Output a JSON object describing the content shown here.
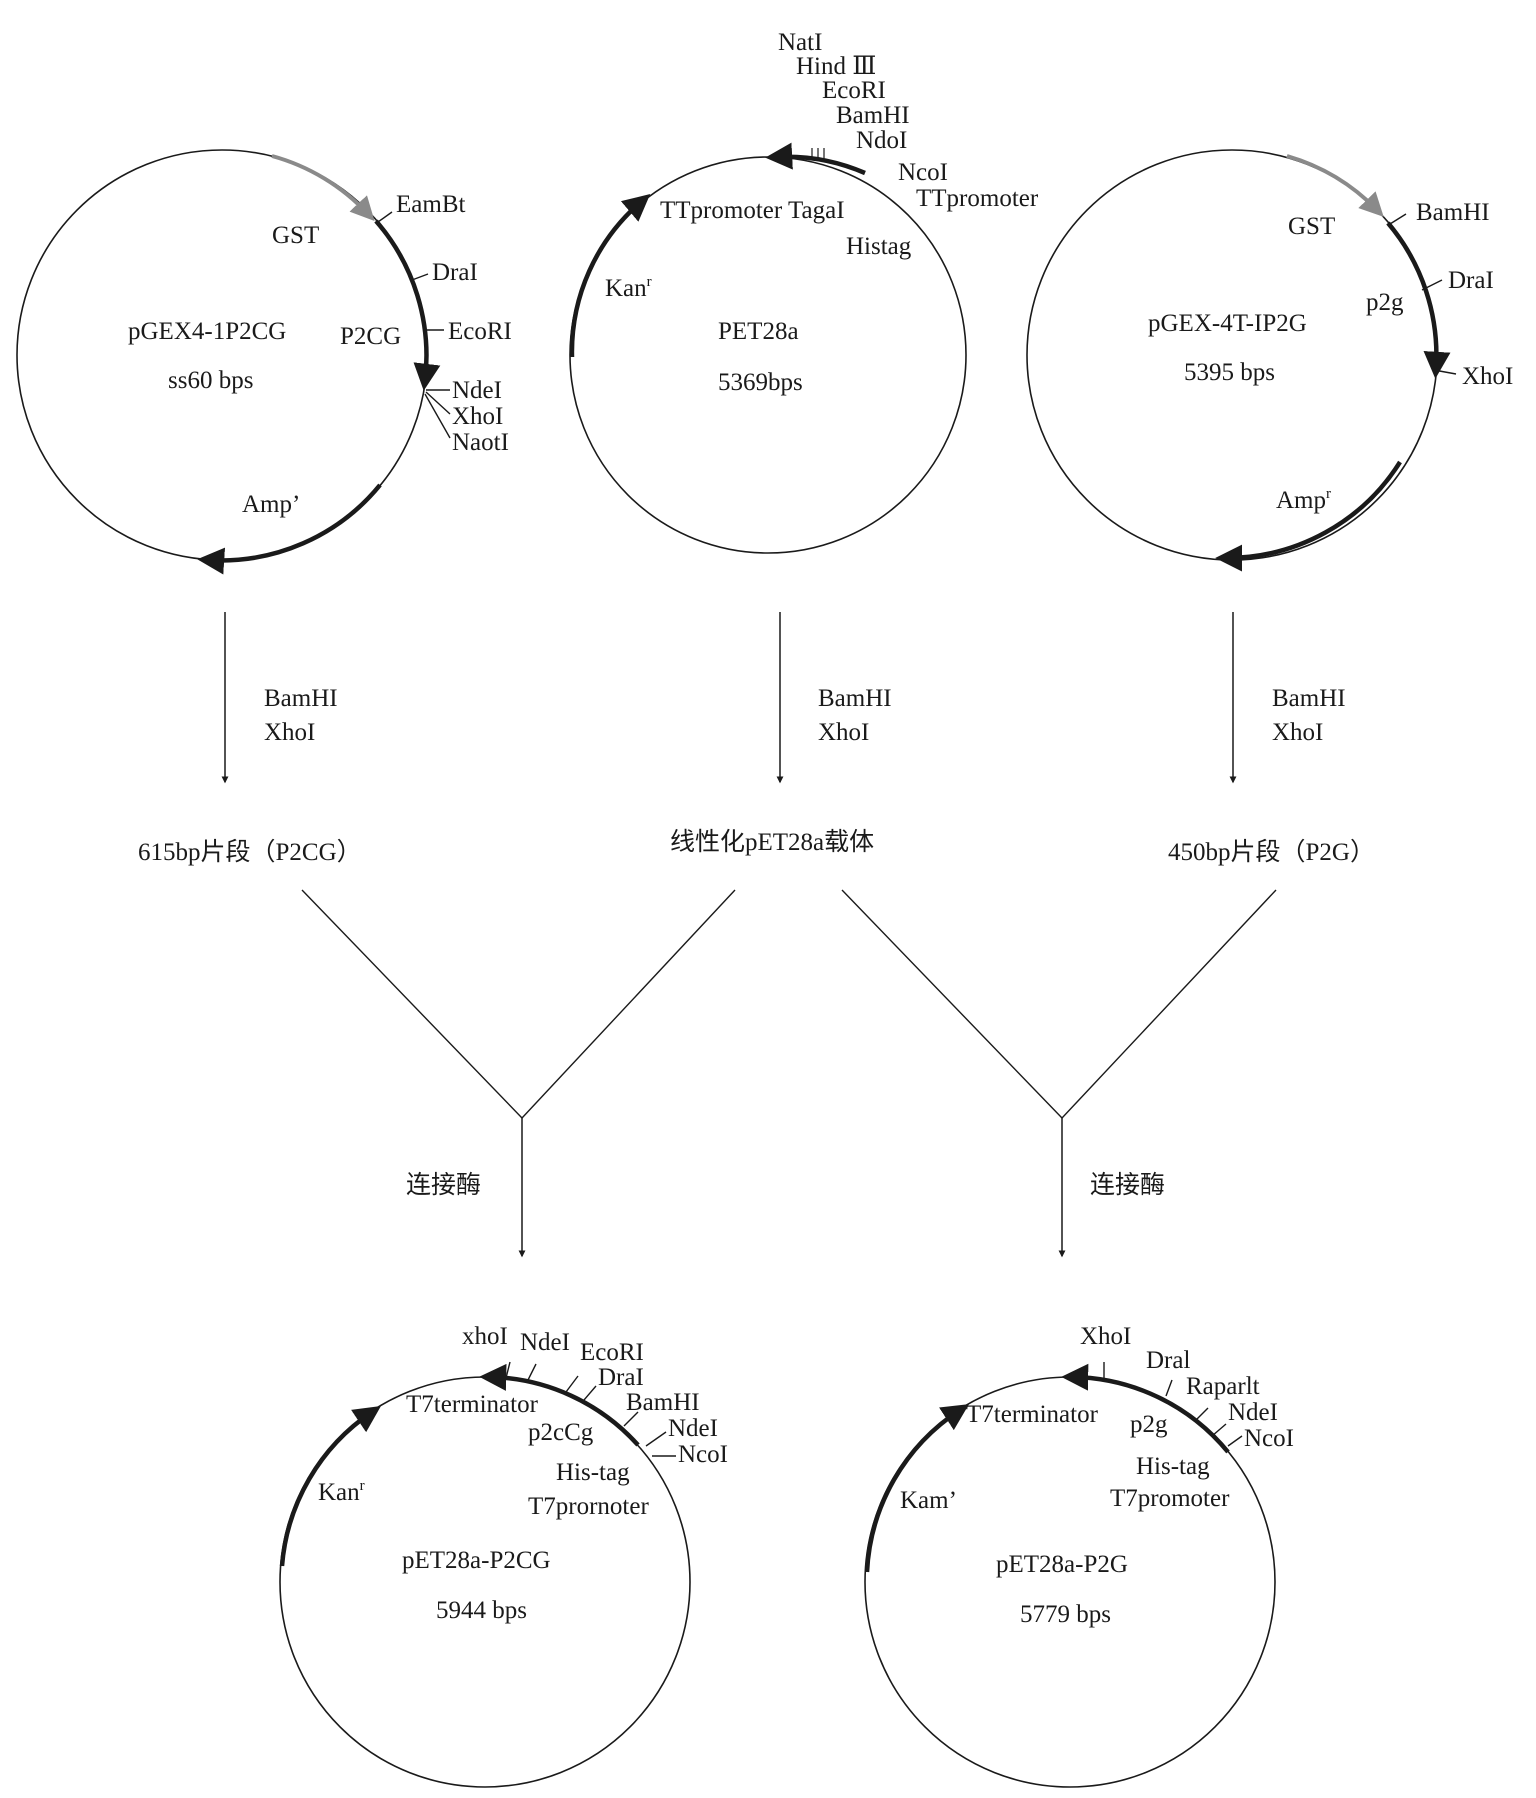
{
  "plasmids": {
    "pgex_p2cg": {
      "name": "pGEX4-1P2CG",
      "size": "ss60 bps",
      "gene_top": "GST",
      "gene_insert": "P2CG",
      "resistance": "Amp’",
      "sites": [
        "EamBt",
        "DraI",
        "EcoRI",
        "NdeI",
        "XhoI",
        "NaotI"
      ]
    },
    "pet28a": {
      "name": "PET28a",
      "size": "5369bps",
      "resistance": "Kan",
      "resistance_sup": "r",
      "features": [
        "TTpromoter TagaI",
        "Histag"
      ],
      "sites": [
        "NatI",
        "Hind Ⅲ",
        "EcoRI",
        "BamHI",
        "NdoI",
        "NcoI",
        "TTpromoter"
      ]
    },
    "pgex_p2g": {
      "name": "pGEX-4T-IP2G",
      "size": "5395 bps",
      "gene_top": "GST",
      "gene_insert": "p2g",
      "resistance": "Amp",
      "resistance_sup": "r",
      "sites": [
        "BamHI",
        "DraI",
        "XhoI"
      ]
    },
    "pet28a_p2cg": {
      "name": "pET28a-P2CG",
      "size": "5944 bps",
      "resistance": "Kan",
      "resistance_sup": "r",
      "features": [
        "T7terminator",
        "p2cCg",
        "His-tag",
        "T7prornoter"
      ],
      "sites": [
        "xhoI",
        "NdeI",
        "EcoRI",
        "DraI",
        "BamHI",
        "NdeI",
        "NcoI"
      ]
    },
    "pet28a_p2g": {
      "name": "pET28a-P2G",
      "size": "5779 bps",
      "resistance": "Kam’",
      "features": [
        "T7terminator",
        "p2g",
        "His-tag",
        "T7promoter"
      ],
      "sites": [
        "XhoI",
        "Dral",
        "Raparlt",
        "NdeI",
        "NcoI"
      ]
    }
  },
  "steps": {
    "digest_enzymes": [
      "BamHI",
      "XhoI"
    ],
    "fragment_left": "615bp片段（P2CG）",
    "vector_middle": "线性化pET28a载体",
    "fragment_right": "450bp片段（P2G）",
    "ligase": "连接酶"
  },
  "colors": {
    "line": "#1a1a1a",
    "gst_arrow": "#8a8a8a"
  }
}
